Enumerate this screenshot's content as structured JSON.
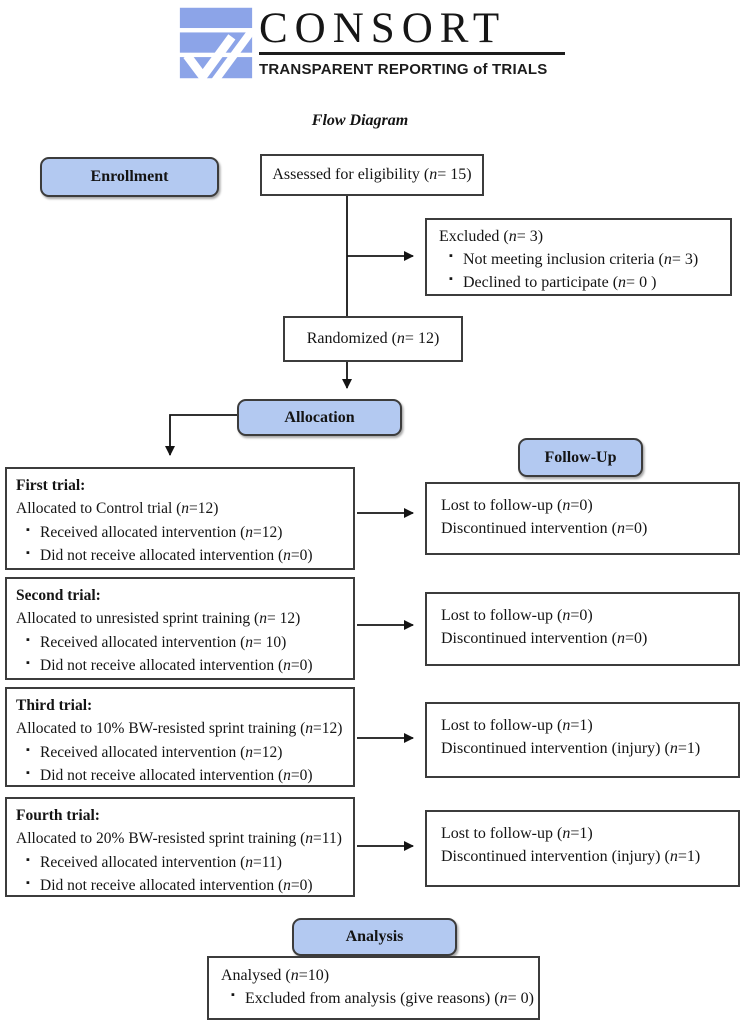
{
  "logo": {
    "title": "CONSORT",
    "subtitle": "TRANSPARENT REPORTING of TRIALS"
  },
  "title": "Flow Diagram",
  "stages": {
    "enrollment": "Enrollment",
    "allocation": "Allocation",
    "followup": "Follow-Up",
    "analysis": "Analysis"
  },
  "boxes": {
    "assessed": "Assessed for eligibility (n= 15)",
    "excluded": {
      "title": "Excluded (n= 3)",
      "bullets": [
        "Not meeting inclusion criteria (n= 3)",
        "Declined to participate (n= 0 )"
      ]
    },
    "randomized": "Randomized (n= 12)",
    "trials": [
      {
        "title": "First trial:",
        "allocated": "Allocated to Control trial (n=12)",
        "bullets": [
          "Received allocated intervention (n=12)",
          "Did not receive allocated intervention (n=0)"
        ]
      },
      {
        "title": "Second trial:",
        "allocated": "Allocated to unresisted sprint training (n= 12)",
        "bullets": [
          "Received allocated intervention (n= 10)",
          "Did not receive allocated intervention (n=0)"
        ]
      },
      {
        "title": "Third trial:",
        "allocated": "Allocated to 10% BW-resisted sprint training (n=12)",
        "bullets": [
          "Received allocated intervention (n=12)",
          "Did not receive allocated intervention (n=0)"
        ]
      },
      {
        "title": "Fourth trial:",
        "allocated": "Allocated to 20% BW-resisted sprint training (n=11)",
        "bullets": [
          "Received allocated intervention (n=11)",
          "Did not receive allocated intervention (n=0)"
        ]
      }
    ],
    "followups": [
      {
        "line1": "Lost to follow-up (n=0)",
        "line2": "Discontinued intervention (n=0)"
      },
      {
        "line1": "Lost to follow-up (n=0)",
        "line2": "Discontinued intervention (n=0)"
      },
      {
        "line1": "Lost to follow-up (n=1)",
        "line2": "Discontinued intervention (injury) (n=1)"
      },
      {
        "line1": "Lost to follow-up (n=1)",
        "line2": "Discontinued intervention (injury) (n=1)"
      }
    ],
    "analysed": {
      "title": "Analysed (n=10)",
      "bullets": [
        "Excluded from analysis (give reasons) (n= 0)"
      ]
    }
  },
  "colors": {
    "stage_fill": "#b3c9f1",
    "stage_border": "#3c3c3c",
    "box_border": "#3c3c3c",
    "logo_blue": "#8ca4e8"
  }
}
